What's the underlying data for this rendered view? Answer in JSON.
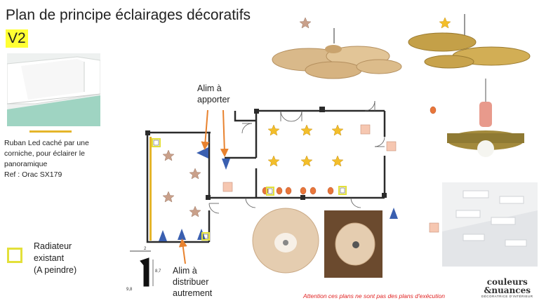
{
  "title": "Plan de principe éclairages décoratifs",
  "version": "V2",
  "ruban": {
    "line1": "Ruban Led caché par une",
    "line2": "corniche, pour éclairer le",
    "line3": "panoramique",
    "ref": "Ref : Orac SX179"
  },
  "legend": {
    "radiateur_line1": "Radiateur",
    "radiateur_line2": "existant",
    "radiateur_line3": "(A peindre)"
  },
  "alim_top": {
    "line1": "Alim à",
    "line2": "apporter"
  },
  "alim_bottom": {
    "line1": "Alim à",
    "line2": "distribuer",
    "line3": "autrement"
  },
  "warning": "Attention ces plans ne sont pas des plans d'exécution",
  "logo": {
    "line1": "couleurs",
    "line2": "&nuances",
    "tagline": "DÉCORATRICE D'INTÉRIEUR"
  },
  "dimensions": {
    "d1": "2",
    "d2": "8,7",
    "d3": "9,8"
  },
  "colors": {
    "yellow_star": "#f3be2a",
    "brown_star": "#c9a08a",
    "pink_square": "#f6c7b1",
    "orange_dot": "#e8763a",
    "blue_triangle": "#3a5fb0",
    "radiator": "#e3e03a",
    "arrow": "#e8822e",
    "led_strip": "#e5b52a"
  },
  "icons": {
    "yellow_star": "star-icon",
    "brown_star": "star-icon",
    "pink_square": "square-icon",
    "orange_dot": "circle-icon",
    "blue_triangle": "triangle-icon"
  }
}
